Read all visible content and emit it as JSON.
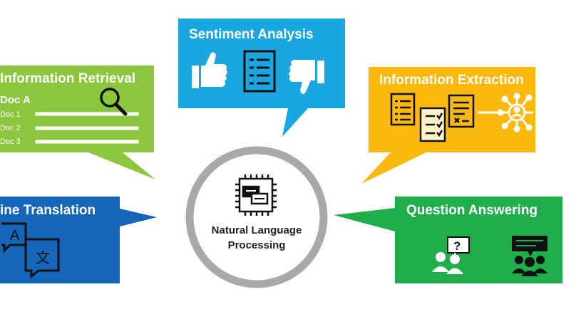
{
  "center": {
    "line1": "Natural Language",
    "line2": "Processing"
  },
  "bubbles": {
    "sentiment": {
      "title": "Sentiment Analysis",
      "color": "#1aa7e0"
    },
    "retrieval": {
      "title": "Information Retrieval",
      "color": "#8cc63f",
      "doc_heading": "Doc A",
      "docs": [
        "Doc 1",
        "Doc 2",
        "Doc 3"
      ]
    },
    "extraction": {
      "title": "Information Extraction",
      "color": "#fbb80f"
    },
    "translation": {
      "title": "ine Translation",
      "color": "#1565b8",
      "glyphs": [
        "A",
        "文"
      ]
    },
    "qa": {
      "title": "Question Answering",
      "color": "#1fae4b",
      "glyph": "?"
    }
  },
  "icons": [
    "thumbs-up-icon",
    "document-list-icon",
    "thumbs-down-icon",
    "magnifier-icon",
    "checklist-document-icon",
    "network-icon",
    "translate-icon",
    "question-person-icon",
    "chat-group-icon",
    "chip-icon"
  ]
}
